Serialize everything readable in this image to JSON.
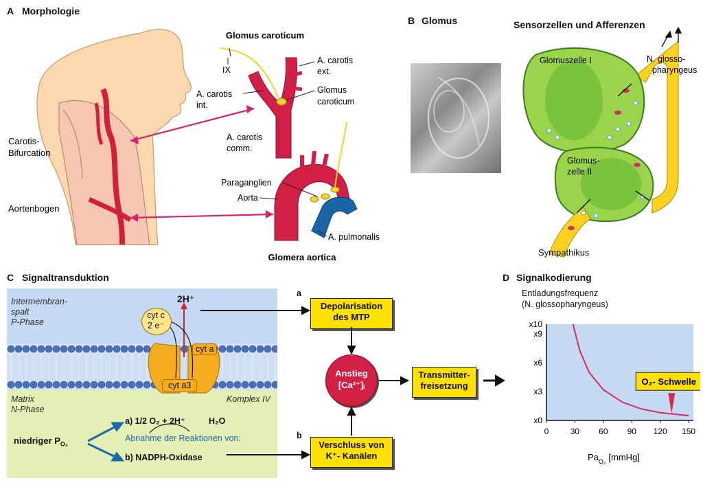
{
  "panel_a": {
    "letter": "A",
    "title": "Morphologie",
    "glomus_caroticum_title": "Glomus caroticum",
    "ix": "IX",
    "a_carotis_ext": [
      "A. carotis",
      "ext."
    ],
    "a_carotis_int": [
      "A. carotis",
      "int."
    ],
    "glomus_caroticum_label": [
      "Glomus",
      "caroticum"
    ],
    "a_carotis_comm": [
      "A. carotis",
      "comm."
    ],
    "carotis_bifurcation": [
      "Carotis-",
      "Bifurcation"
    ],
    "aortenbogen": "Aortenbogen",
    "paraganglien": "Paraganglien",
    "aorta": "Aorta",
    "a_pulmonalis": "A. pulmonalis",
    "glomera_aortica": "Glomera aortica"
  },
  "panel_b": {
    "letter": "B",
    "title": "Glomus",
    "sensor_title": "Sensorzellen und Afferenzen",
    "glomuszelle_1": "Glomuszelle I",
    "n_glosso": [
      "N. glosso-",
      "pharyngeus"
    ],
    "glomuszelle_2": [
      "Glomus-",
      "zelle II"
    ],
    "sympathikus": "Sympathikus"
  },
  "panel_c": {
    "letter": "C",
    "title": "Signaltransduktion",
    "intermembran": [
      "Intermembran-",
      "spalt",
      "P-Phase"
    ],
    "matrix": [
      "Matrix",
      "N-Phase"
    ],
    "komplex": "Komplex IV",
    "two_h_plus": "2H⁺",
    "cyt_c": [
      "cyt c",
      "2 e⁻"
    ],
    "cyt_a": "cyt a",
    "cyt_a3": "cyt a3",
    "reaction_a": "a) 1/2 O₂ + 2H⁺",
    "h2o": "H₂O",
    "abnahme": "Abnahme der Reaktionen von:",
    "niedriger": "niedriger P",
    "niedriger_sub": "O₂",
    "reaction_b": "b)  NADPH-Oxidase",
    "branch_a": "a",
    "branch_b": "b",
    "box_depol": [
      "Depolarisation",
      "des MTP"
    ],
    "box_verschluss": [
      "Verschluss von",
      "K⁺- Kanälen"
    ],
    "box_anstieg": [
      "Anstieg",
      "[Ca²⁺]ᵢ"
    ],
    "box_transmitter": [
      "Transmitter-",
      "freisetzung"
    ]
  },
  "panel_d": {
    "letter": "D",
    "title": "Signalkodierung"
  },
  "chart_data": {
    "type": "line",
    "ylabel": [
      "Entladungsfrequenz",
      "(N. glossopharyngeus)"
    ],
    "xlabel": "Pa",
    "xlabel_sub": "O₂",
    "xlabel_unit": "[mmHg]",
    "x_ticks": [
      0,
      30,
      60,
      90,
      120,
      150
    ],
    "y_ticks": [
      "x0",
      "x3",
      "x6",
      "x9",
      "x10"
    ],
    "xlim": [
      0,
      155
    ],
    "series": [
      {
        "x": [
          28,
          35,
          45,
          60,
          80,
          100,
          120,
          140,
          150
        ],
        "y": [
          10,
          7.3,
          5.0,
          3.2,
          1.9,
          1.2,
          0.8,
          0.6,
          0.5
        ]
      }
    ],
    "annotation": "O₂- Schwelle",
    "annotation_x": 132,
    "colors": {
      "plot_bg": "#c6d9f2",
      "line": "#d12b5a",
      "box": "#ffe000"
    }
  }
}
